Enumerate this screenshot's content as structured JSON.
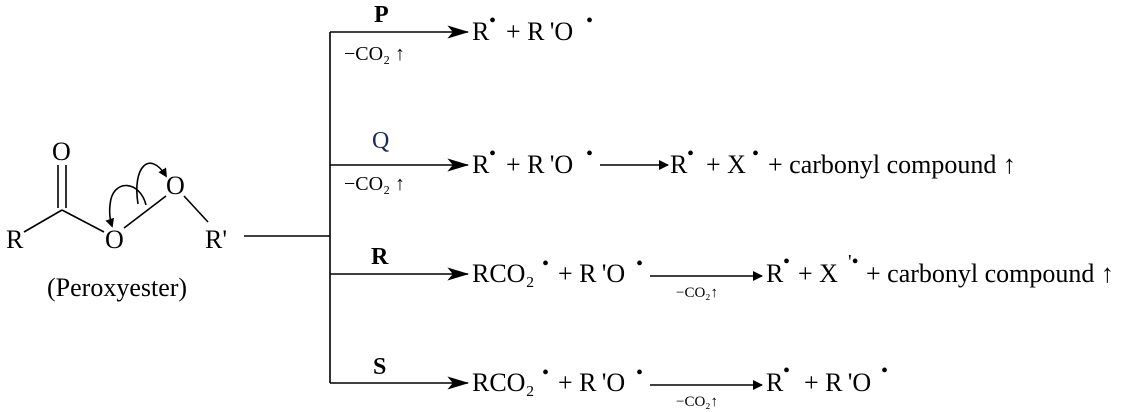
{
  "molecule": {
    "atom_o_top": "O",
    "atom_o_ester": "O",
    "atom_o_peroxy": "O",
    "atom_r": "R",
    "atom_r_prime": "R'",
    "caption": "(Peroxyester)"
  },
  "routes": [
    {
      "label": "P",
      "condition": "−CO₂ ↑",
      "product_lead": "R",
      "product_rest": "+ R 'O",
      "radical": "•"
    },
    {
      "label": "Q",
      "condition": "−CO₂ ↑",
      "product_lead": "R",
      "product_rest": "+ R 'O",
      "second_lead": "R",
      "second_mid": "+ X",
      "second_tail": "+ carbonyl compound ↑",
      "radical": "•"
    },
    {
      "label": "R",
      "product_lead": "RCO₂",
      "product_rest": "+ R 'O",
      "arrow_condition": "−CO₂↑",
      "second_lead": "R",
      "second_mid": "+ X",
      "x_radical": "'•",
      "second_tail": "+ carbonyl compound ↑",
      "radical": "•"
    },
    {
      "label": "S",
      "product_lead": "RCO₂",
      "product_rest": "+ R 'O",
      "arrow_condition": "−CO₂↑",
      "second_lead": "R",
      "second_tail": "+ R 'O",
      "radical": "•"
    }
  ]
}
